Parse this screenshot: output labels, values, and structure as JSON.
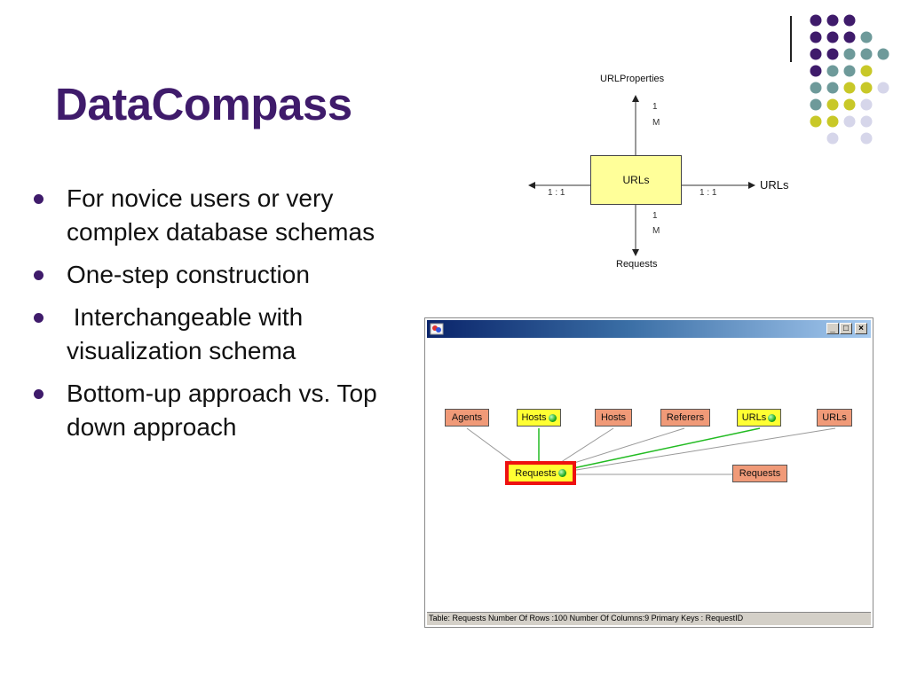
{
  "slide": {
    "title": "DataCompass",
    "bullets": [
      "For novice users or very complex database schemas",
      "One-step construction",
      " Interchangeable with visualization schema",
      "Bottom-up approach vs. Top down approach"
    ]
  },
  "theme": {
    "title_color": "#3f1b6b",
    "dot_colors": [
      "#3f1b6b",
      "#6e9a9a",
      "#c8c828",
      "#d6d6ea"
    ]
  },
  "er_diagram": {
    "center_entity": "URLs",
    "top_entity": "URLProperties",
    "bottom_entity": "Requests",
    "right_entity": "URLs",
    "top_card_1": "1",
    "top_card_2": "M",
    "bottom_card_1": "1",
    "bottom_card_2": "M",
    "left_card": "1 : 1",
    "right_card": "1 : 1"
  },
  "app_window": {
    "buttons": {
      "minimize": "_",
      "maximize": "□",
      "close": "×"
    },
    "nodes": {
      "agents": "Agents",
      "hosts_active": "Hosts",
      "hosts": "Hosts",
      "referers": "Referers",
      "urls_active": "URLs",
      "urls": "URLs",
      "requests_selected": "Requests",
      "requests": "Requests"
    },
    "status_bar": "Table:  Requests  Number Of Rows :100  Number Of Columns:9 Primary Keys : RequestID"
  }
}
